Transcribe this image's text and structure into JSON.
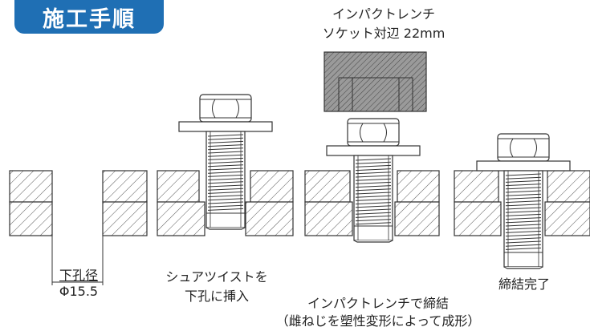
{
  "header": {
    "title": "施工手順"
  },
  "steps": {
    "hole": {
      "label": "下孔径",
      "value": "Φ15.5"
    },
    "insert": {
      "line1": "シュアツイストを",
      "line2": "下孔に挿入"
    },
    "tighten": {
      "line1": "インパクトレンチで締結",
      "line2": "（雌ねじを塑性変形によって成形）"
    },
    "done": {
      "label": "締結完了"
    }
  },
  "tool": {
    "line1": "インパクトレンチ",
    "line2": "ソケット対辺 22mm"
  },
  "colors": {
    "badge": "#1f6fb4",
    "line": "#333333",
    "hatch": "#555555"
  }
}
